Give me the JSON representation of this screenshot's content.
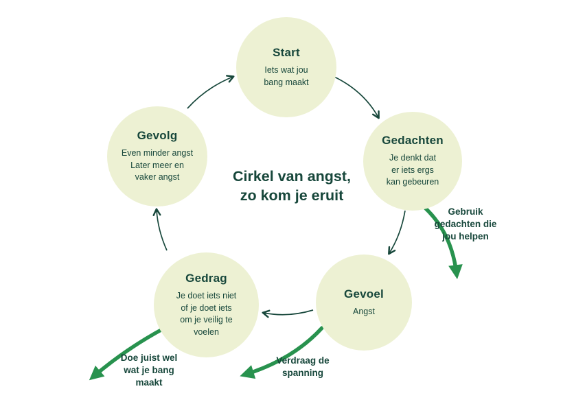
{
  "diagram": {
    "center_title": "Cirkel van angst,\nzo kom je eruit"
  },
  "nodes": {
    "start": {
      "title": "Start",
      "body": "Iets wat jou\nbang maakt"
    },
    "gedachten": {
      "title": "Gedachten",
      "body": "Je denkt dat\ner iets ergs\nkan gebeuren"
    },
    "gevoel": {
      "title": "Gevoel",
      "body": "Angst"
    },
    "gedrag": {
      "title": "Gedrag",
      "body": "Je doet iets niet\nof je doet iets\nom je veilig te\nvoelen"
    },
    "gevolg": {
      "title": "Gevolg",
      "body": "Even minder angst\nLater meer en\nvaker angst"
    }
  },
  "exit_arrows": {
    "gedachten": {
      "label": "Gebruik\ngedachten die\njou helpen"
    },
    "gevoel": {
      "label": "Verdraag de\nspanning"
    },
    "gedrag": {
      "label": "Doe juist wel\nwat je bang\nmaakt"
    }
  },
  "colors": {
    "ink": "#17473b",
    "circle_fill": "#edf1d3",
    "exit_green": "#28924e",
    "bg": "#ffffff"
  }
}
